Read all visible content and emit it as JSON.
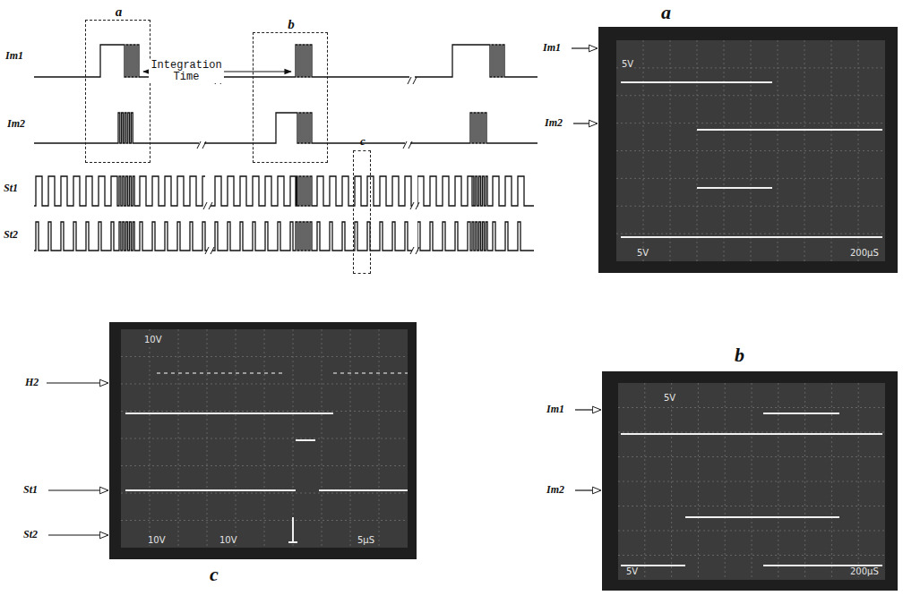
{
  "diagram": {
    "nodes": [
      {
        "text": [
          "a"
        ]
      },
      {
        "text": [
          "b"
        ]
      },
      {
        "text": [
          "c"
        ]
      },
      {
        "text": [
          "a",
          "5V",
          "5V",
          "200µS"
        ]
      },
      {
        "text": [
          "b",
          "5V",
          "5V",
          "200µS"
        ]
      },
      {
        "text": [
          "c",
          "10V",
          "10V",
          "10V",
          "5µS"
        ]
      }
    ],
    "labels": [
      "Im1",
      "Im2",
      "St1",
      "St2",
      "Integration Time",
      "Im1",
      "Im2",
      "Im1",
      "Im2",
      "H2",
      "St1",
      "St2"
    ]
  }
}
